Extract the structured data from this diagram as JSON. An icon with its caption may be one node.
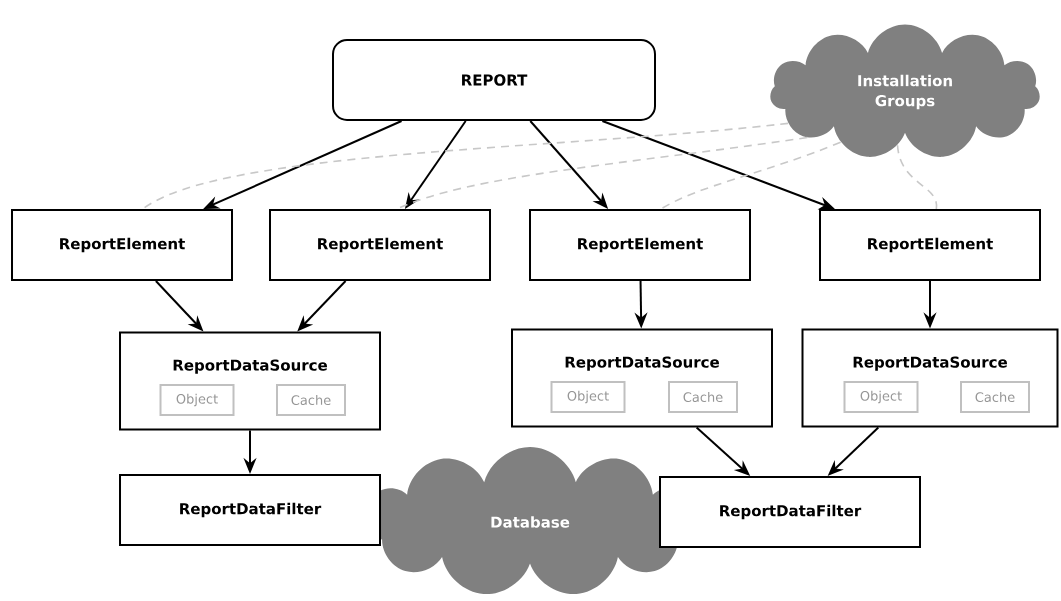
{
  "diagram": {
    "nodes": [
      {
        "text": [
          "REPORT"
        ]
      },
      {
        "text": [
          "Installation Groups"
        ]
      },
      {
        "text": [
          "ReportElement"
        ]
      },
      {
        "text": [
          "ReportElement"
        ]
      },
      {
        "text": [
          "ReportElement"
        ]
      },
      {
        "text": [
          "ReportElement"
        ]
      },
      {
        "text": [
          "ReportDataSource"
        ]
      },
      {
        "text": [
          "Object"
        ],
        "in": 6
      },
      {
        "text": [
          "Cache"
        ],
        "in": 6
      },
      {
        "text": [
          "ReportDataSource"
        ]
      },
      {
        "text": [
          "Object"
        ],
        "in": 9
      },
      {
        "text": [
          "Cache"
        ],
        "in": 9
      },
      {
        "text": [
          "ReportDataSource"
        ]
      },
      {
        "text": [
          "Object"
        ],
        "in": 12
      },
      {
        "text": [
          "Cache"
        ],
        "in": 12
      },
      {
        "text": [
          "ReportDataFilter"
        ]
      },
      {
        "text": [
          "Database"
        ]
      },
      {
        "text": [
          "ReportDataFilter"
        ]
      }
    ],
    "edges": [
      {
        "from": 0,
        "to": 2,
        "arrow": "to"
      },
      {
        "from": 0,
        "to": 3,
        "arrow": "to"
      },
      {
        "from": 0,
        "to": 4,
        "arrow": "to"
      },
      {
        "from": 0,
        "to": 5,
        "arrow": "to"
      },
      {
        "from": 1,
        "to": 2,
        "arrow": "none",
        "style": "dashed",
        "color": "#c8c8c8"
      },
      {
        "from": 1,
        "to": 3,
        "arrow": "none",
        "style": "dashed",
        "color": "#c8c8c8"
      },
      {
        "from": 1,
        "to": 4,
        "arrow": "none",
        "style": "dashed",
        "color": "#c8c8c8"
      },
      {
        "from": 1,
        "to": 5,
        "arrow": "none",
        "style": "dashed",
        "color": "#c8c8c8"
      },
      {
        "from": 2,
        "to": 6,
        "arrow": "to"
      },
      {
        "from": 3,
        "to": 6,
        "arrow": "to"
      },
      {
        "from": 4,
        "to": 9,
        "arrow": "to"
      },
      {
        "from": 5,
        "to": 12,
        "arrow": "to"
      },
      {
        "from": 6,
        "to": 15,
        "arrow": "to"
      },
      {
        "from": 9,
        "to": 17,
        "arrow": "to"
      },
      {
        "from": 12,
        "to": 17,
        "arrow": "to"
      }
    ]
  }
}
